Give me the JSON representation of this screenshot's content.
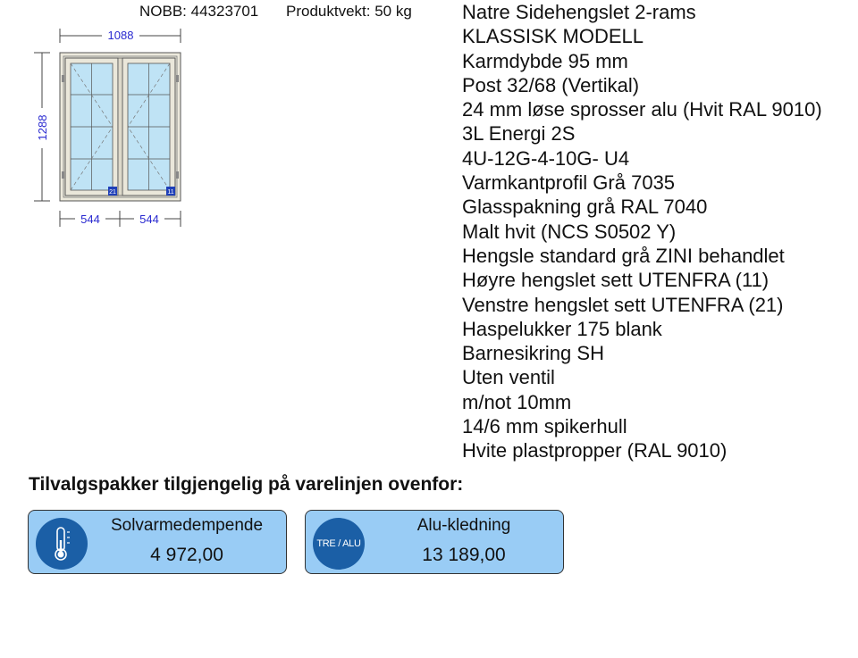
{
  "product": {
    "nobb": "NOBB: 44323701",
    "weight": "Produktvekt: 50 kg"
  },
  "drawing": {
    "width_label": "1088",
    "height_label": "1288",
    "left_sash_label": "544",
    "right_sash_label": "544",
    "left_marker": "21",
    "right_marker": "11"
  },
  "specs": [
    "Natre Sidehengslet 2-rams",
    "KLASSISK MODELL",
    "Karmdybde 95 mm",
    "Post 32/68 (Vertikal)",
    "24 mm løse sprosser alu (Hvit RAL 9010)",
    "3L Energi 2S",
    "4U-12G-4-10G- U4",
    "Varmkantprofil Grå 7035",
    "Glasspakning grå RAL 7040",
    "Malt hvit (NCS S0502 Y)",
    "Hengsle standard grå ZINI behandlet",
    "Høyre hengslet sett UTENFRA (11)",
    "Venstre hengslet sett UTENFRA (21)",
    "Haspelukker 175 blank",
    "Barnesikring SH",
    "Uten ventil",
    "m/not 10mm",
    "14/6 mm spikerhull",
    "Hvite plastpropper (RAL 9010)"
  ],
  "options": {
    "title": "Tilvalgspakker tilgjengelig på varelinjen ovenfor:",
    "cards": [
      {
        "name": "Solvarmedempende",
        "price": "4 972,00",
        "icon": "thermometer-icon"
      },
      {
        "name": "Alu-kledning",
        "price": "13 189,00",
        "icon_text": "TRE / ALU"
      }
    ]
  },
  "colors": {
    "card_bg": "#99ccf5",
    "badge_bg": "#1b5fa6",
    "dimension_text": "#2a2ad0",
    "glass": "#bfe3f5"
  }
}
